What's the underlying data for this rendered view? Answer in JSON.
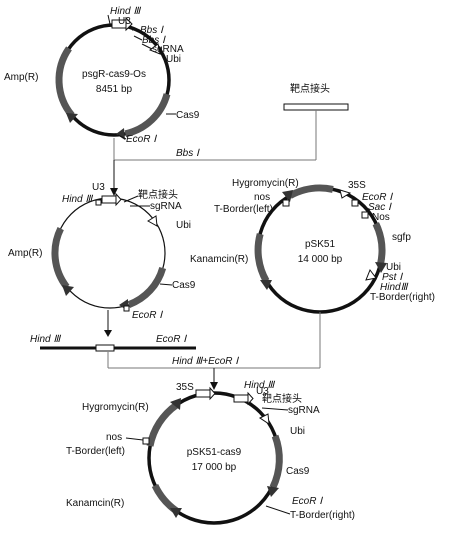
{
  "plasmid_psgR": {
    "name": "psgR-cas9-Os",
    "size": "8451 bp",
    "labels": {
      "hind3": "Hind Ⅲ",
      "u3": "U3",
      "bbs1a": "Bbs Ⅰ",
      "bbs1b": "Bbs Ⅰ",
      "sgrna": "sgRNA",
      "ubi": "Ubi",
      "amp": "Amp(R)",
      "cas9": "Cas9",
      "ecor1": "EcoR Ⅰ"
    }
  },
  "target_linker_top": "靶点接头",
  "step_bbs1": "Bbs Ⅰ",
  "plasmid_mid": {
    "labels": {
      "u3": "U3",
      "hind3": "Hind Ⅲ",
      "target_linker": "靶点接头",
      "sgrna": "sgRNA",
      "ubi": "Ubi",
      "amp": "Amp(R)",
      "cas9": "Cas9",
      "ecor1": "EcoR Ⅰ"
    }
  },
  "plasmid_psk51": {
    "name": "pSK51",
    "size": "14 000 bp",
    "labels": {
      "hygromycin": "Hygromycin(R)",
      "s35": "35S",
      "nos_left": "nos",
      "tborder_left": "T-Border(left)",
      "ecor1": "EcoR Ⅰ",
      "sac1": "Sac Ⅰ",
      "nos_right": "Nos",
      "sgfp": "sgfp",
      "kanamycin": "Kanamcin(R)",
      "ubi": "Ubi",
      "pst1": "Pst Ⅰ",
      "hind3": "HindⅢ",
      "tborder_right": "T-Border(right)"
    }
  },
  "fragment": {
    "hind3": "Hind Ⅲ",
    "ecor1": "EcoR Ⅰ"
  },
  "step_digest": "Hind Ⅲ+EcoR Ⅰ",
  "plasmid_final": {
    "name": "pSK51-cas9",
    "size": "17 000 bp",
    "labels": {
      "s35": "35S",
      "hind3": "Hind Ⅲ",
      "target_linker": "靶点接头",
      "u3": "U3",
      "sgrna": "sgRNA",
      "hygromycin": "Hygromycin(R)",
      "ubi": "Ubi",
      "nos": "nos",
      "tborder_left": "T-Border(left)",
      "cas9": "Cas9",
      "kanamycin": "Kanamcin(R)",
      "ecor1": "EcoR Ⅰ",
      "tborder_right": "T-Border(right)"
    }
  }
}
